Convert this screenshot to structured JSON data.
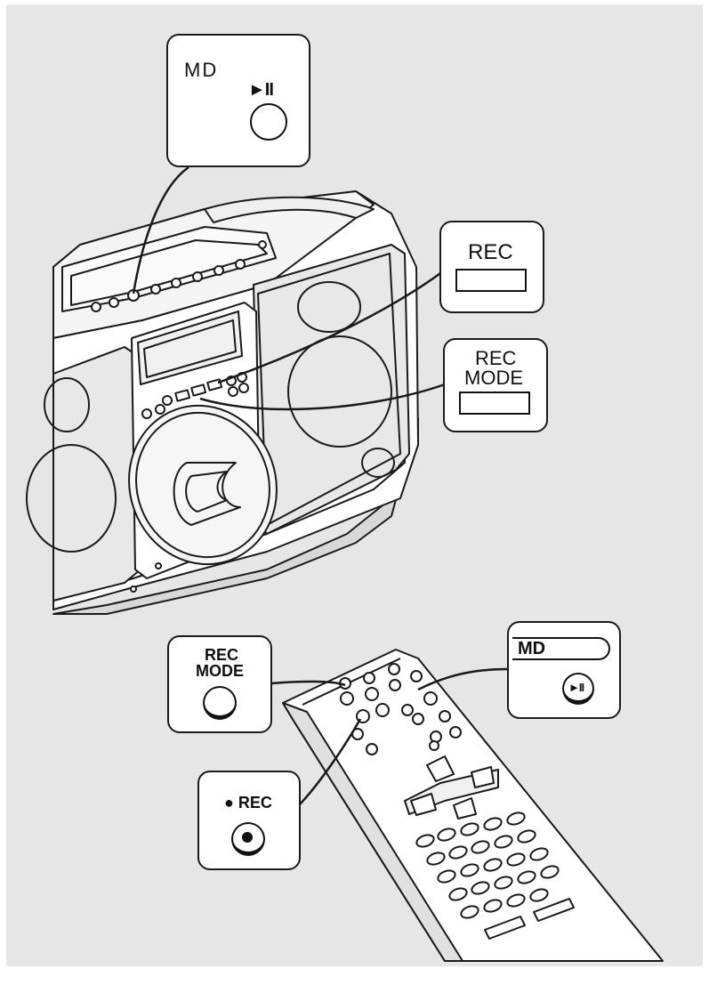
{
  "callouts": {
    "unit_md_play": {
      "section_label": "MD",
      "button_symbol": "►II"
    },
    "unit_rec": {
      "label": "REC"
    },
    "unit_rec_mode": {
      "label_line1": "REC",
      "label_line2": "MODE"
    },
    "remote_rec_mode": {
      "label_line1": "REC",
      "label_line2": "MODE"
    },
    "remote_md_play": {
      "section_label": "MD",
      "button_symbol": "►II"
    },
    "remote_rec": {
      "label": "● REC"
    }
  },
  "colors": {
    "background": "#e6e6e6",
    "device_fill": "#ffffff",
    "speaker_grille": "#e8e8e8",
    "outline": "#1a1a1a"
  }
}
